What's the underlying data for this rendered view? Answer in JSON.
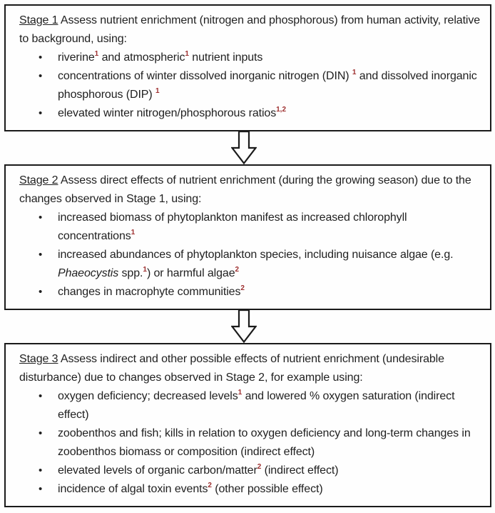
{
  "colors": {
    "text": "#1f1f1f",
    "border": "#1b1b1b",
    "superscript_red": "#9e2f2f",
    "background": "#fefefe"
  },
  "diagram": {
    "connector": "down-block-arrow",
    "stages": [
      {
        "name": "Stage 1",
        "intro": [
          {
            "style": "underline",
            "text": "Stage 1"
          },
          {
            "text": " Assess nutrient enrichment (nitrogen and phosphorous) from human activity, relative to background, using:"
          }
        ],
        "bullets": [
          [
            {
              "text": "riverine"
            },
            {
              "style": "sup",
              "text": "1"
            },
            {
              "text": " and atmospheric"
            },
            {
              "style": "sup",
              "text": "1"
            },
            {
              "text": " nutrient inputs"
            }
          ],
          [
            {
              "text": "concentrations of winter dissolved inorganic nitrogen (DIN) "
            },
            {
              "style": "sup",
              "text": "1"
            },
            {
              "text": " and dissolved inorganic phosphorous (DIP) "
            },
            {
              "style": "sup",
              "text": "1"
            }
          ],
          [
            {
              "text": "elevated winter nitrogen/phosphorous ratios"
            },
            {
              "style": "sup",
              "text": "1,2"
            }
          ]
        ]
      },
      {
        "name": "Stage 2",
        "intro": [
          {
            "style": "underline",
            "text": "Stage 2"
          },
          {
            "text": " Assess direct effects of nutrient enrichment (during the growing season) due to the changes observed in Stage 1, using:"
          }
        ],
        "bullets": [
          [
            {
              "text": "increased biomass of phytoplankton manifest as increased chlorophyll concentrations"
            },
            {
              "style": "sup",
              "text": "1"
            }
          ],
          [
            {
              "text": "increased abundances of phytoplankton species, including nuisance algae (e.g. "
            },
            {
              "style": "italic",
              "text": "Phaeocystis"
            },
            {
              "text": " spp."
            },
            {
              "style": "sup",
              "text": "1"
            },
            {
              "text": ") or harmful algae"
            },
            {
              "style": "sup",
              "text": "2"
            }
          ],
          [
            {
              "text": "changes in macrophyte communities"
            },
            {
              "style": "sup",
              "text": "2"
            }
          ]
        ]
      },
      {
        "name": "Stage 3",
        "intro": [
          {
            "style": "underline",
            "text": "Stage 3"
          },
          {
            "text": " Assess indirect and other possible effects of nutrient enrichment (undesirable disturbance) due to changes observed in Stage 2, for example using:"
          }
        ],
        "bullets": [
          [
            {
              "text": "oxygen deficiency; decreased levels"
            },
            {
              "style": "sup",
              "text": "1"
            },
            {
              "text": " and lowered % oxygen saturation (indirect effect)"
            }
          ],
          [
            {
              "text": "zoobenthos and fish; kills in relation to oxygen deficiency and long-term changes in zoobenthos biomass or composition (indirect effect)"
            }
          ],
          [
            {
              "text": "elevated levels of organic carbon/matter"
            },
            {
              "style": "sup",
              "text": "2"
            },
            {
              "text": " (indirect effect)"
            }
          ],
          [
            {
              "text": "incidence of algal toxin events"
            },
            {
              "style": "sup",
              "text": "2"
            },
            {
              "text": " (other possible effect)"
            }
          ]
        ]
      }
    ]
  }
}
